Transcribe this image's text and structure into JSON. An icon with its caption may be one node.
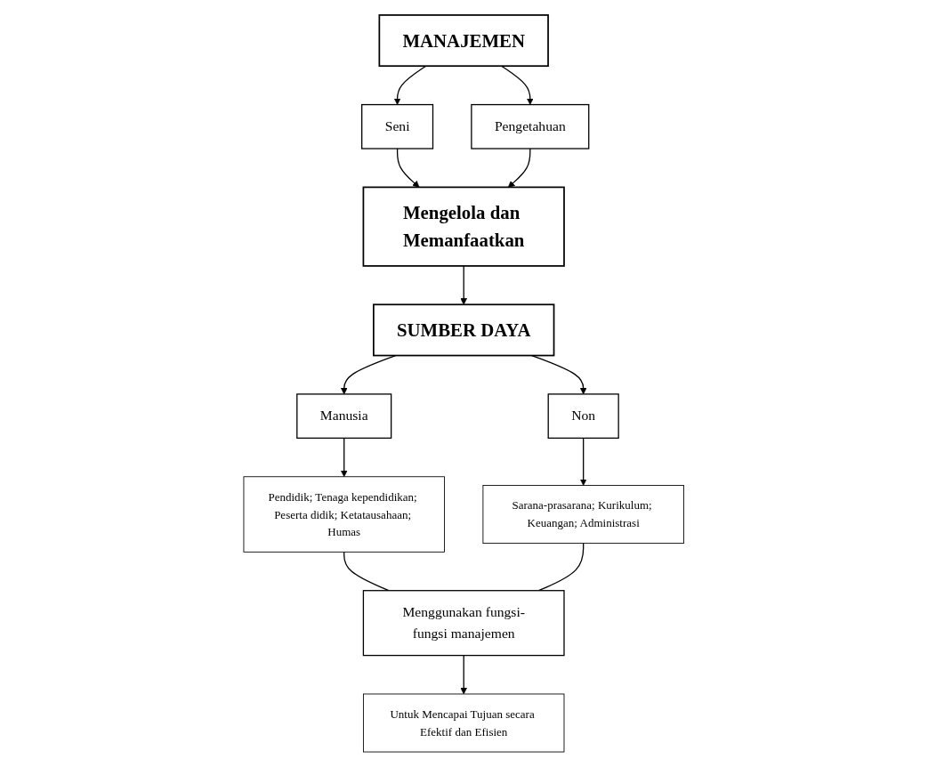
{
  "diagram": {
    "nodes": [
      {
        "text": [
          "MANAJEMEN"
        ]
      },
      {
        "text": [
          "Seni"
        ]
      },
      {
        "text": [
          "Pengetahuan"
        ]
      },
      {
        "text": [
          "Mengelola dan Memanfaatkan"
        ]
      },
      {
        "text": [
          "SUMBER DAYA"
        ]
      },
      {
        "text": [
          "Manusia"
        ]
      },
      {
        "text": [
          "Non"
        ]
      },
      {
        "text": [
          "Pendidik; Tenaga kependidikan; Peserta didik; Ketatausahaan; Humas"
        ]
      },
      {
        "text": [
          "Sarana-prasarana; Kurikulum; Keuangan; Administrasi"
        ]
      },
      {
        "text": [
          "Menggunakan fungsi-fungsi manajemen"
        ]
      },
      {
        "text": [
          "Untuk Mencapai Tujuan secara Efektif dan Efisien"
        ]
      }
    ],
    "edges": [
      {
        "from": 0,
        "to": 1,
        "arrow": "to"
      },
      {
        "from": 0,
        "to": 2,
        "arrow": "to"
      },
      {
        "from": 1,
        "to": 3,
        "arrow": "to"
      },
      {
        "from": 2,
        "to": 3,
        "arrow": "to"
      },
      {
        "from": 3,
        "to": 4,
        "arrow": "to"
      },
      {
        "from": 4,
        "to": 5,
        "arrow": "to"
      },
      {
        "from": 4,
        "to": 6,
        "arrow": "to"
      },
      {
        "from": 5,
        "to": 7,
        "arrow": "to"
      },
      {
        "from": 6,
        "to": 8,
        "arrow": "to"
      },
      {
        "from": 7,
        "to": 9,
        "arrow": "none"
      },
      {
        "from": 8,
        "to": 9,
        "arrow": "none"
      },
      {
        "from": 9,
        "to": 10,
        "arrow": "to"
      }
    ]
  }
}
